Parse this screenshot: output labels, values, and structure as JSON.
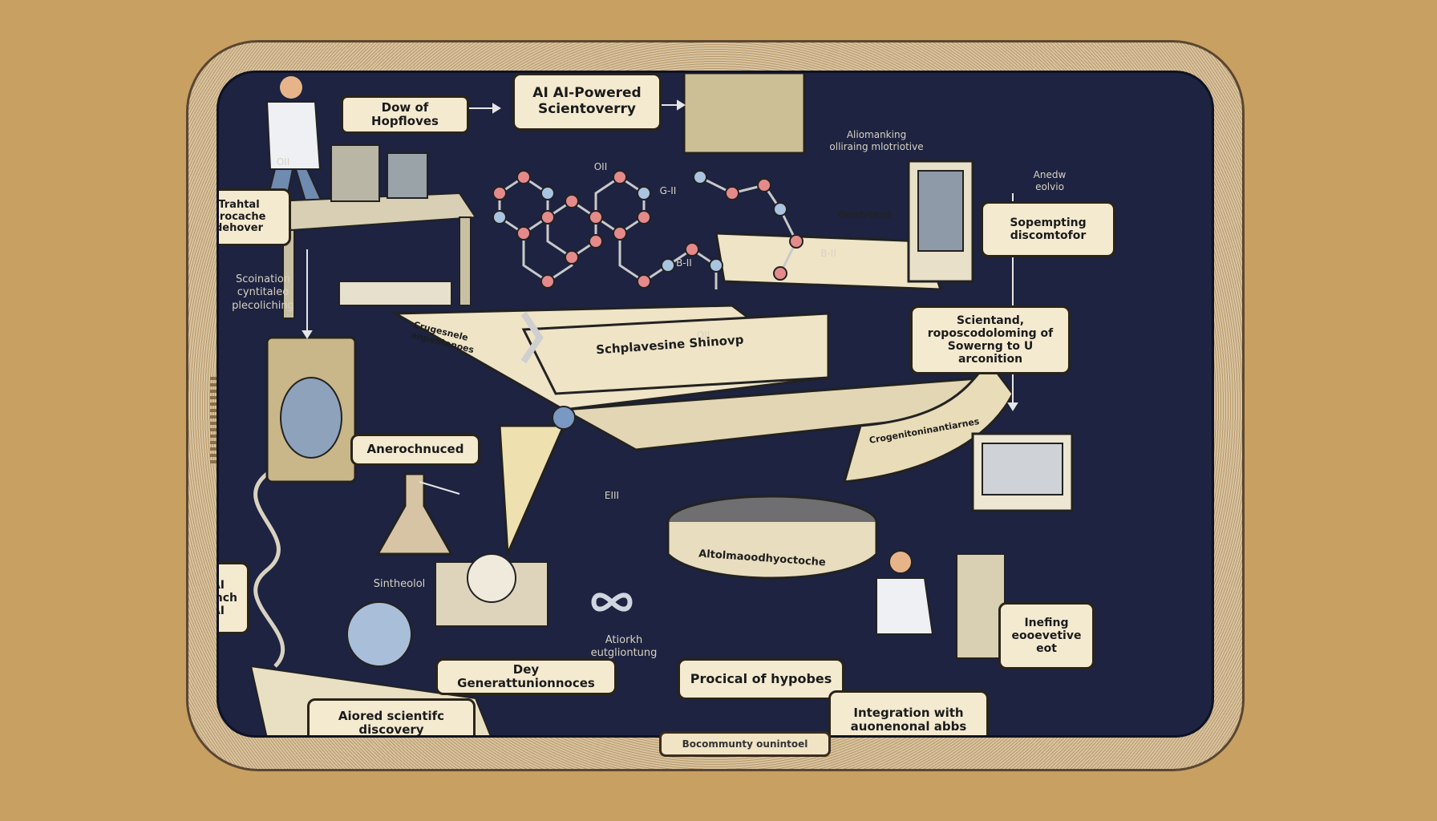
{
  "cards": {
    "dow": "Dow of Hopfloves",
    "title": "AI AI-Powered Scientoverry",
    "trahtal": "Trahtal procache dehover",
    "sopempting": "Sopempting discomtofor",
    "scientand": "Scientand, roposcodoloming of Sowerng to U arconition",
    "anerochnuced": "Anerochnuced",
    "ai_sonch": "AI Sonch AI",
    "dey_gener": "Dey Generattunionnoces",
    "procical": "Procical of hypobes",
    "integration": "Integration with auonenonal abbs",
    "aiored": "Aiored scientifc discovery",
    "inefing": "Inefing eooevetive eot"
  },
  "labels": {
    "aliomanking": "Aliomanking olliraing mlotriotive",
    "anedw": "Anedw eolvio",
    "scoination": "Scoination cyntitaleo plecoliching",
    "sintheolol": "Sintheolol",
    "atorkh": "Atiorkh eutgliontung",
    "oontriasd": "Oontriasd",
    "chem_oh": "OII",
    "chem_gh": "G-II",
    "chem_bh": "B-II",
    "chem_bd": "B-II",
    "chem_oh2": "OII",
    "chem_eo": "EIII",
    "chem_ool": "OII"
  },
  "bands": {
    "main": "Schplavesine Shinovp",
    "left": "Crugesnele anpehtanoes",
    "right": "Crogenitoninantiarnes",
    "dais": "Altolmaoodhyoctoche"
  },
  "footer": "Bocommunty ounintoel",
  "colors": {
    "background": "#c8a062",
    "screen": "#1d2340",
    "card": "#f4ead0",
    "atom_red": "#e58a8a",
    "atom_blue": "#a9c4e0",
    "band": "#efe4c6"
  }
}
